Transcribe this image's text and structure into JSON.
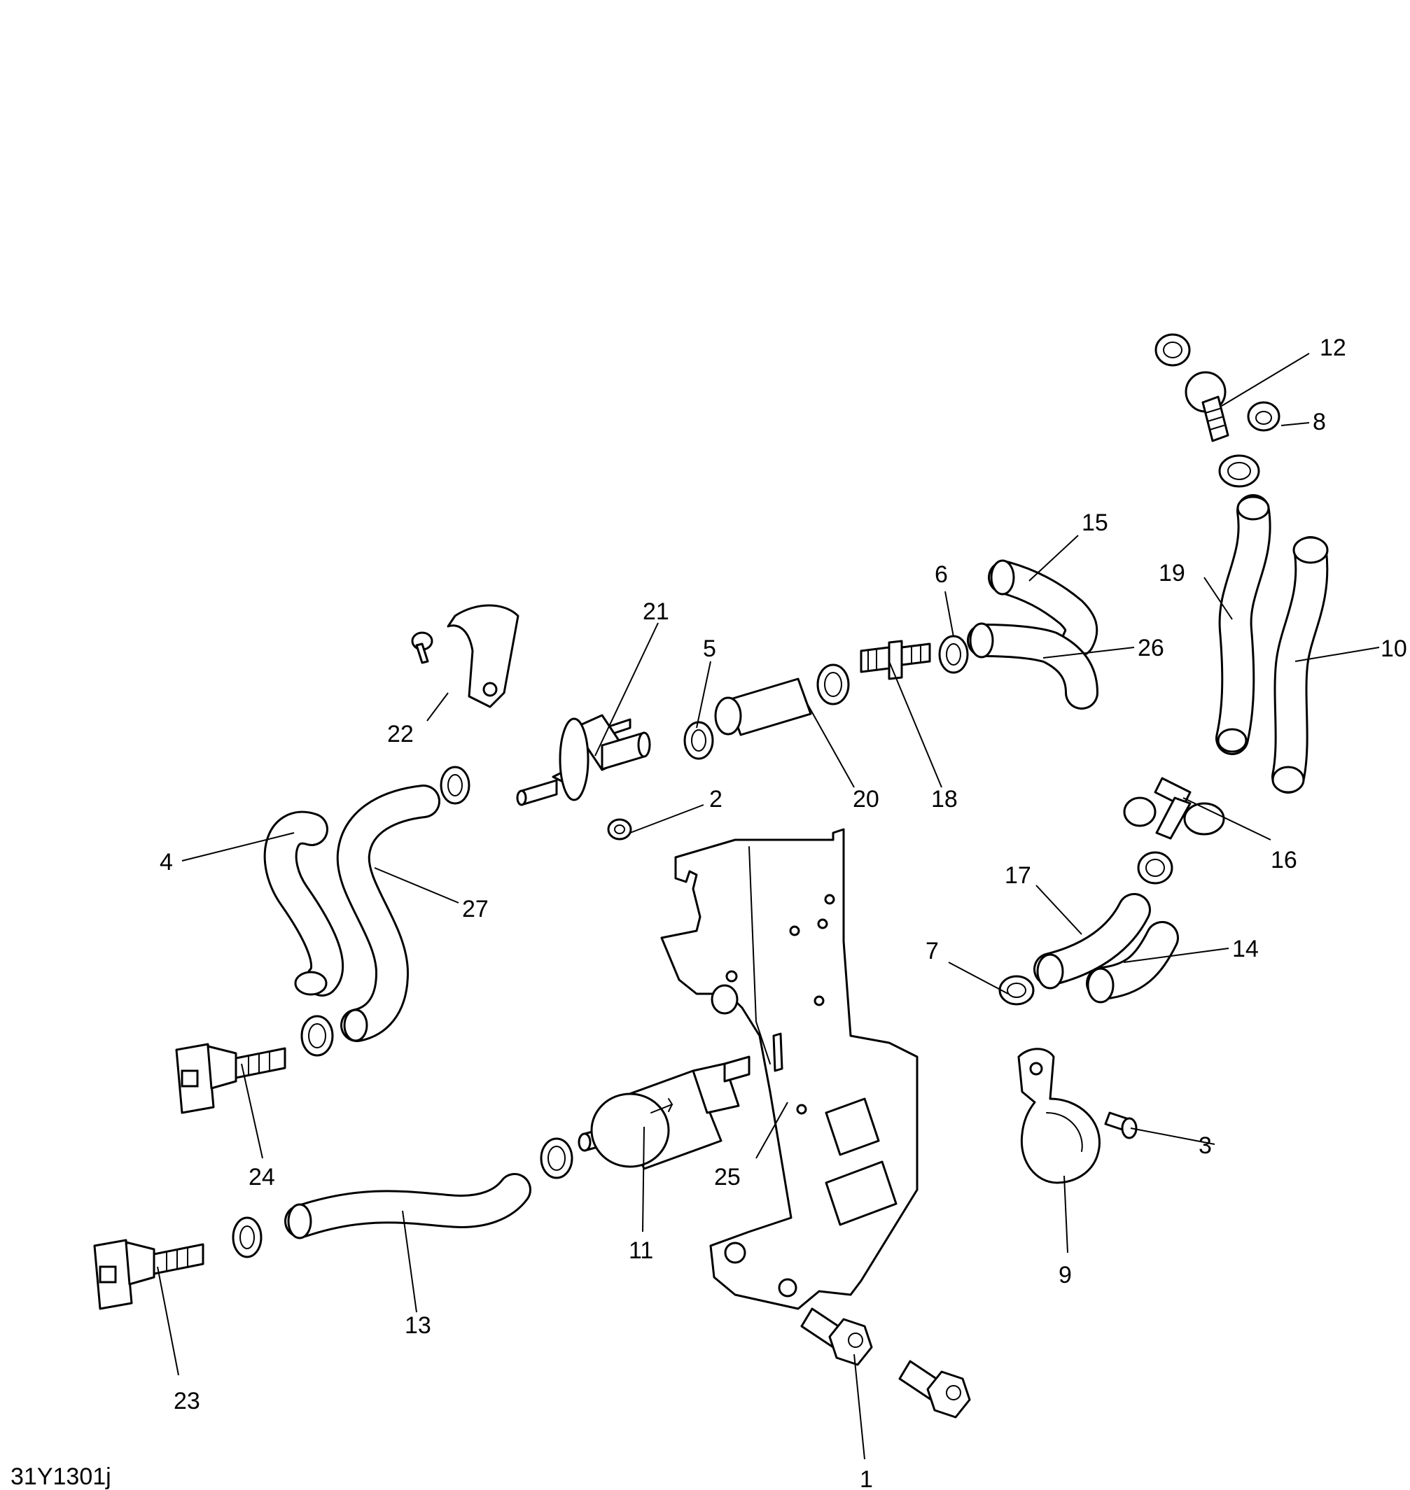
{
  "diagram_code": "31Y1301j",
  "callouts": [
    "1",
    "2",
    "3",
    "4",
    "5",
    "6",
    "7",
    "8",
    "9",
    "10",
    "11",
    "12",
    "13",
    "14",
    "15",
    "16",
    "17",
    "18",
    "19",
    "20",
    "21",
    "22",
    "23",
    "24",
    "25",
    "26",
    "27"
  ]
}
